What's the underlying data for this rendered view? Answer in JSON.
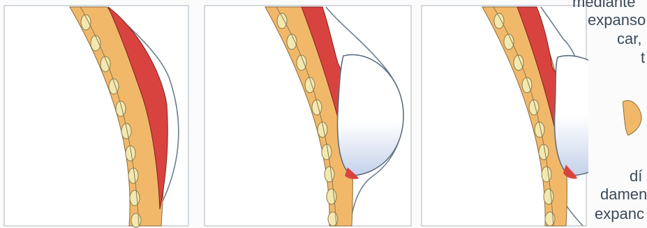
{
  "panels": [
    {
      "stage": "before",
      "implant": false
    },
    {
      "stage": "with-expander",
      "implant": true
    },
    {
      "stage": "expanded-with-nipple",
      "implant": true
    }
  ],
  "side_text": {
    "line1": "mediante",
    "line2": "expanso",
    "line3": "car,",
    "line4": "t",
    "line5": "dí",
    "line6": "damen",
    "line7": "expanc"
  },
  "colors": {
    "fat": "#f2b86a",
    "muscle": "#d9433f",
    "rib": "#f3e8b0",
    "skin_outline": "#6e7f90",
    "implant_top": "#ffffff",
    "implant_bottom": "#c9d6ec"
  }
}
